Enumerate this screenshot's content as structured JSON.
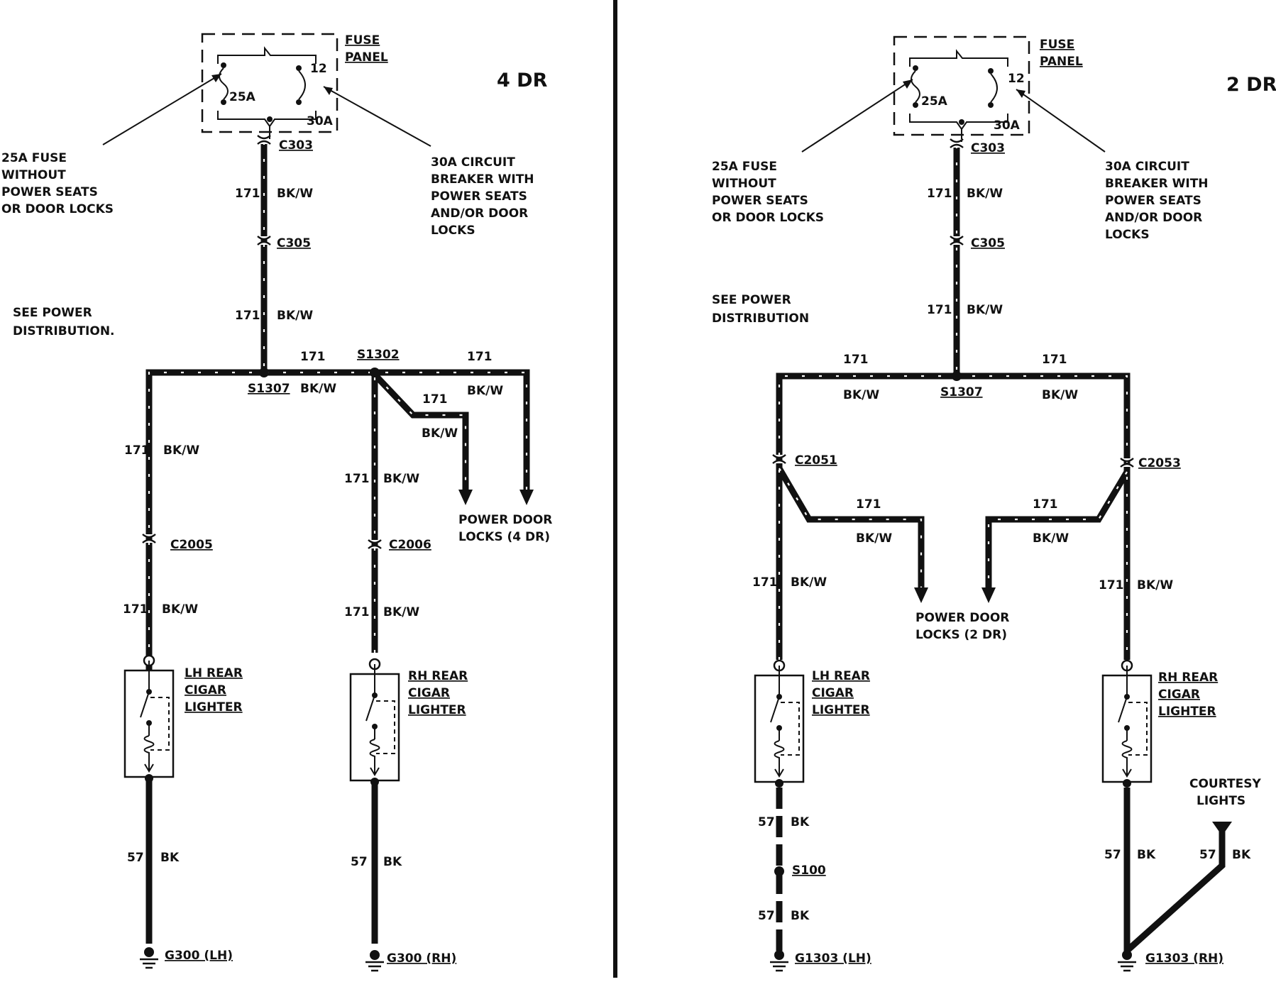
{
  "left": {
    "title": "4 DR",
    "fuse_panel": [
      "FUSE",
      "PANEL"
    ],
    "fuse_25a": "25A",
    "fuse_pin": "12",
    "breaker_30a": "30A",
    "note_fuse": [
      "25A FUSE",
      "WITHOUT",
      "POWER SEATS",
      "OR DOOR LOCKS"
    ],
    "note_breaker": [
      "30A  CIRCUIT",
      "BREAKER WITH",
      "POWER SEATS",
      "AND/OR DOOR",
      "LOCKS"
    ],
    "see_power": [
      "SEE POWER",
      "DISTRIBUTION."
    ],
    "connectors": {
      "c303": "C303",
      "c305": "C305",
      "c2005": "C2005",
      "c2006": "C2006"
    },
    "splices": {
      "s1307": "S1307",
      "s1302": "S1302"
    },
    "circuit": "171",
    "color": "BK/W",
    "ground_circuit": "57",
    "ground_color": "BK",
    "power_door_locks": [
      "POWER DOOR",
      "LOCKS (4 DR)"
    ],
    "lh_lighter": [
      "LH REAR",
      "CIGAR",
      "LIGHTER"
    ],
    "rh_lighter": [
      "RH REAR",
      "CIGAR",
      "LIGHTER"
    ],
    "ground_lh": "G300 (LH)",
    "ground_rh": "G300 (RH)"
  },
  "right": {
    "title": "2 DR",
    "fuse_panel": [
      "FUSE",
      "PANEL"
    ],
    "fuse_25a": "25A",
    "fuse_pin": "12",
    "breaker_30a": "30A",
    "note_fuse": [
      "25A FUSE",
      "WITHOUT",
      "POWER SEATS",
      "OR DOOR LOCKS"
    ],
    "note_breaker": [
      "30A CIRCUIT",
      "BREAKER WITH",
      "POWER SEATS",
      "AND/OR DOOR",
      "LOCKS"
    ],
    "see_power": [
      "SEE POWER",
      "DISTRIBUTION"
    ],
    "connectors": {
      "c303": "C303",
      "c305": "C305",
      "c2051": "C2051",
      "c2053": "C2053"
    },
    "splices": {
      "s1307": "S1307",
      "s100": "S100"
    },
    "circuit": "171",
    "color": "BK/W",
    "ground_circuit": "57",
    "ground_color": "BK",
    "power_door_locks": [
      "POWER DOOR",
      "LOCKS (2 DR)"
    ],
    "lh_lighter": [
      "LH REAR",
      "CIGAR",
      "LIGHTER"
    ],
    "rh_lighter": [
      "RH REAR",
      "CIGAR",
      "LIGHTER"
    ],
    "courtesy_lights": [
      "COURTESY",
      "LIGHTS"
    ],
    "ground_lh": "G1303 (LH)",
    "ground_rh": "G1303 (RH)"
  }
}
